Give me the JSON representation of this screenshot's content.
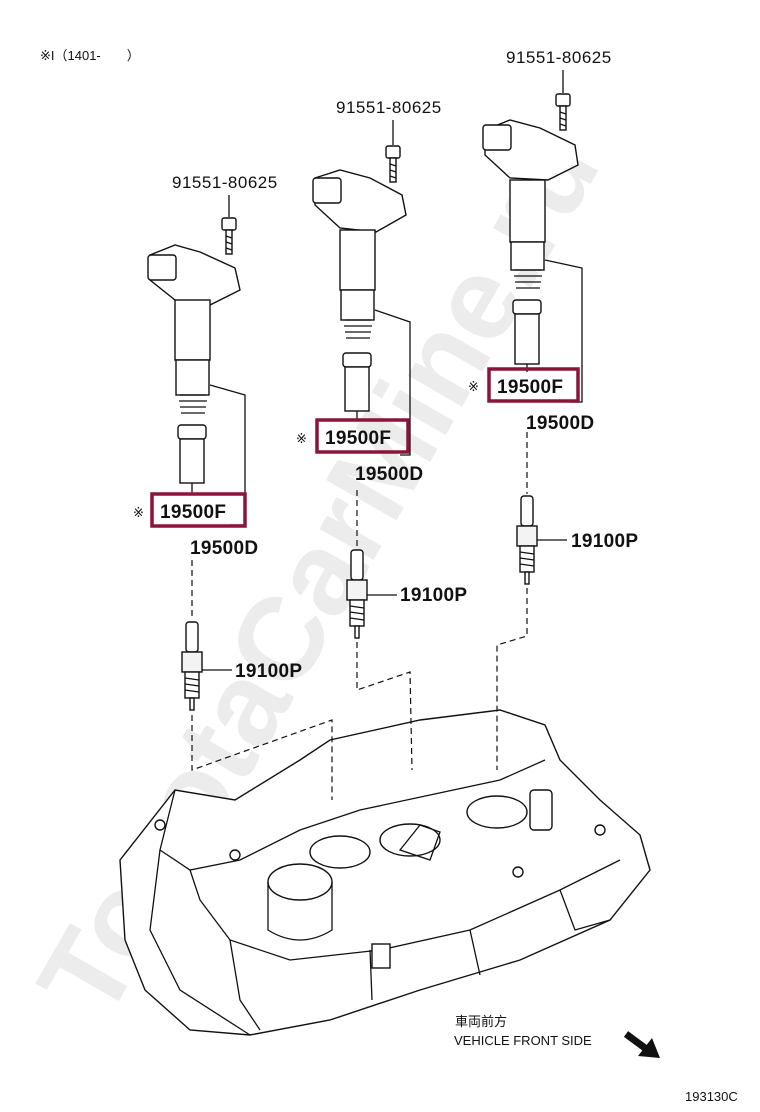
{
  "header": {
    "applicability_note": "※I（1401-　　）"
  },
  "watermark": "ToyotaCarMine.ru",
  "parts": {
    "bolt_1": "91551-80625",
    "bolt_2": "91551-80625",
    "bolt_3": "91551-80625",
    "coil_1": "19500F",
    "coil_2": "19500F",
    "coil_3": "19500F",
    "coil_mark": "※",
    "coil_assy_1": "19500D",
    "coil_assy_2": "19500D",
    "coil_assy_3": "19500D",
    "plug_1": "19100P",
    "plug_2": "19100P",
    "plug_3": "19100P"
  },
  "direction": {
    "japanese": "車両前方",
    "english": "VEHICLE FRONT SIDE"
  },
  "figure_code": "193130C",
  "colors": {
    "highlight_frame": "#8a1538",
    "line": "#111111",
    "watermark": "#ececec"
  }
}
